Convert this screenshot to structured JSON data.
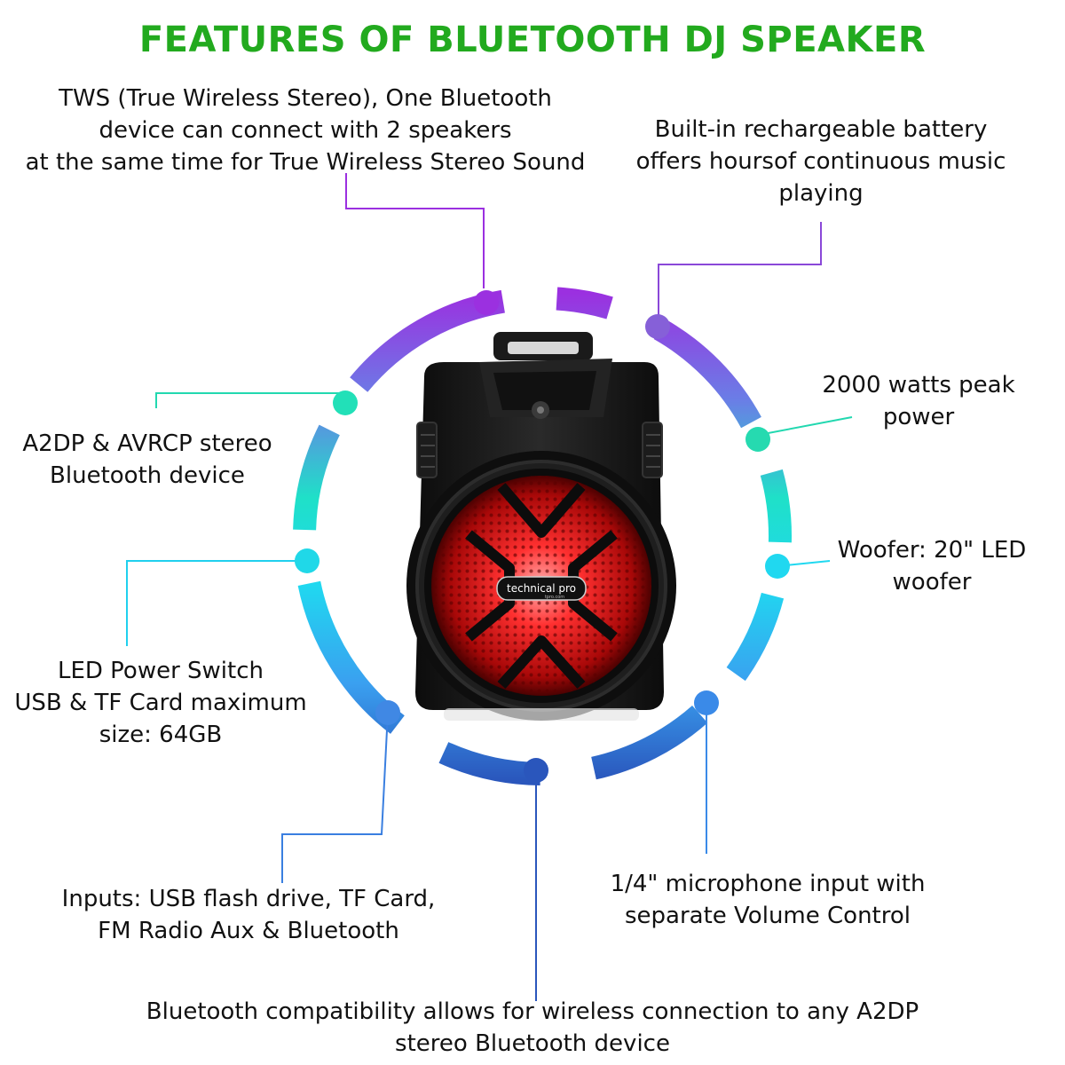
{
  "title": "FEATURES OF BLUETOOTH DJ SPEAKER",
  "colors": {
    "title": "#22aa1e",
    "ring_top": "#9b30e0",
    "ring_mid": "#1fe8d6",
    "ring_bottom": "#2a5fc0"
  },
  "speaker": {
    "brand": "technical pro",
    "brand_sub": "tpro.com"
  },
  "features": {
    "tws": {
      "line1": "TWS (True Wireless Stereo), One Bluetooth",
      "line2": "device can connect with 2 speakers",
      "line3": "at the same time for True Wireless Stereo Sound"
    },
    "battery": {
      "line1": "Built-in rechargeable battery",
      "line2": "offers hoursof continuous music",
      "line3": "playing"
    },
    "power": {
      "line1": "2000 watts peak",
      "line2": "power"
    },
    "a2dp": {
      "line1": "A2DP & AVRCP stereo",
      "line2": "Bluetooth device"
    },
    "woofer": {
      "line1": "Woofer: 20\" LED",
      "line2": "woofer"
    },
    "led": {
      "line1": "LED Power Switch",
      "line2": "USB & TF Card maximum",
      "line3": "size: 64GB"
    },
    "mic": {
      "line1": "1/4\" microphone input with",
      "line2": "separate Volume Control"
    },
    "inputs": {
      "line1": "Inputs: USB flash drive, TF Card,",
      "line2": "FM Radio Aux & Bluetooth"
    },
    "compat": {
      "line1": "Bluetooth compatibility allows for wireless connection to any A2DP",
      "line2": "stereo Bluetooth device"
    }
  }
}
